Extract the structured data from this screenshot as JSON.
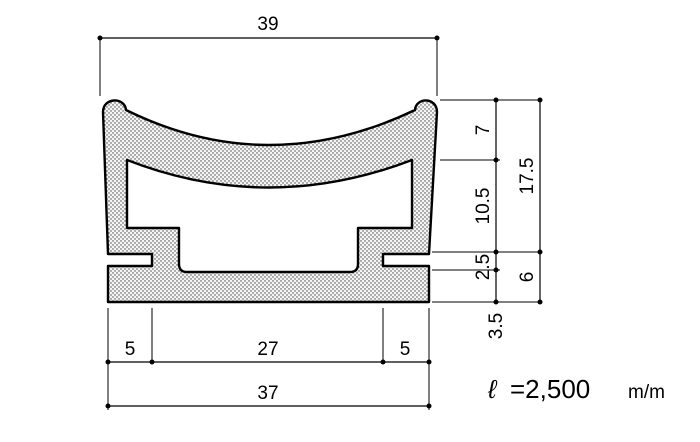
{
  "dimensions": {
    "top_width": "39",
    "bottom_total_width": "37",
    "bottom_left": "5",
    "bottom_middle": "27",
    "bottom_right": "5",
    "right_top": "7",
    "right_middle": "10.5",
    "right_lower": "2.5",
    "right_bottom": "3.5",
    "right_overall_upper": "17.5",
    "right_overall_lower": "6"
  },
  "note": {
    "symbol": "ℓ",
    "text": "=2,500",
    "unit": "m/m"
  }
}
